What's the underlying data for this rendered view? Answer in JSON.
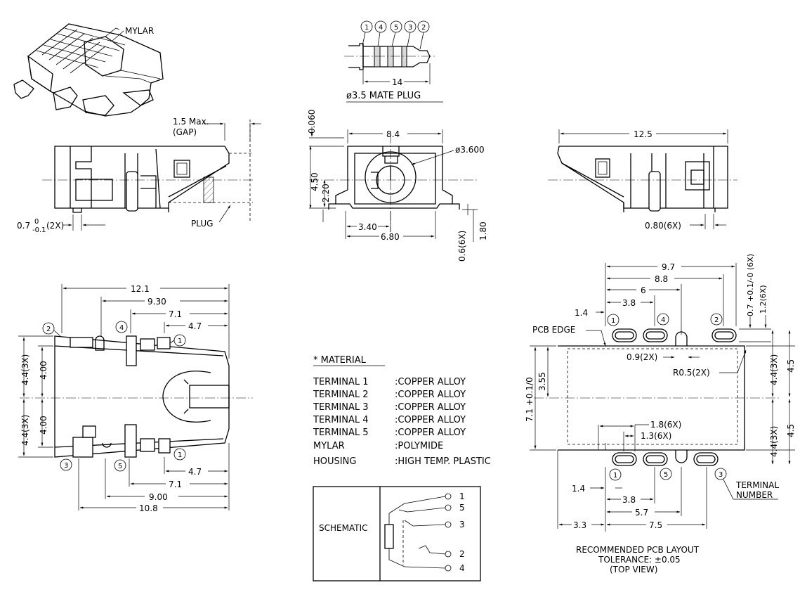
{
  "iso": {
    "mylar": "MYLAR"
  },
  "plug": {
    "pin_labels": [
      "1",
      "4",
      "5",
      "3",
      "2"
    ],
    "length": "14",
    "caption": "ø3.5 MATE PLUG"
  },
  "left_view": {
    "gap_max": "1.5 Max.",
    "gap_label": "(GAP)",
    "terminal_width": "0.7",
    "terminal_tol_plus": "0",
    "terminal_tol_minus": "-0.1",
    "terminal_count": "(2X)",
    "plug_label": "PLUG"
  },
  "front_view": {
    "top_offset": "0.060",
    "width": "8.4",
    "bore_dia": "ø3.600",
    "height": "4.50",
    "center_height": "2.20",
    "half_pitch": "3.40",
    "foot_span": "6.80",
    "lead_thickness": "0.6(6X)",
    "lead_length": "1.80"
  },
  "right_view": {
    "length": "12.5",
    "lead_width": "0.80(6X)"
  },
  "top_view": {
    "dims": [
      "12.1",
      "9.30",
      "7.1",
      "4.7",
      "4.7",
      "7.1",
      "9.00",
      "10.8"
    ],
    "left_dims": [
      "4.4(3X)",
      "4.00",
      "4.4(3X)",
      "4.00"
    ],
    "terminals": [
      "2",
      "4",
      "1",
      "3",
      "5",
      "1"
    ]
  },
  "material": {
    "title": "* MATERIAL",
    "rows": [
      {
        "item": "TERMINAL 1",
        "spec": ":COPPER ALLOY"
      },
      {
        "item": "TERMINAL 2",
        "spec": ":COPPER ALLOY"
      },
      {
        "item": "TERMINAL 3",
        "spec": ":COPPER ALLOY"
      },
      {
        "item": "TERMINAL 4",
        "spec": ":COPPER ALLOY"
      },
      {
        "item": "TERMINAL 5",
        "spec": ":COPPER ALLOY"
      },
      {
        "item": "MYLAR",
        "spec": ":POLYMIDE"
      },
      {
        "item": "HOUSING",
        "spec": ":HIGH TEMP. PLASTIC"
      }
    ]
  },
  "schematic": {
    "label": "SCHEMATIC",
    "pins": [
      "1",
      "5",
      "3",
      "2",
      "4"
    ]
  },
  "pcb": {
    "top_dims": [
      "9.7",
      "8.8",
      "6",
      "3.8",
      "1.4"
    ],
    "pad_dims": [
      "0.7 +0.1/-0 (6X)",
      "1.2(6X)"
    ],
    "edge_label": "PCB EDGE",
    "slot_width": "0.9(2X)",
    "radius": "R0.5(2X)",
    "height": "7.1 +0.1/0",
    "half_height": "3.55",
    "right_dims": [
      "4.4(3X)",
      "4.5",
      "4.4(3X)",
      "4.5"
    ],
    "pad_sizes": [
      "1.8(6X)",
      "1.3(6X)"
    ],
    "bottom_dims": [
      "1.4",
      "3.8",
      "5.7",
      "3.3",
      "7.5"
    ],
    "terminal_label_1": "TERMINAL",
    "terminal_label_2": "NUMBER",
    "terminals_top": [
      "1",
      "4",
      "2"
    ],
    "terminals_bottom": [
      "1",
      "5",
      "3"
    ],
    "caption_1": "RECOMMENDED PCB LAYOUT",
    "caption_2": "TOLERANCE: ±0.05",
    "caption_3": "(TOP VIEW)"
  }
}
